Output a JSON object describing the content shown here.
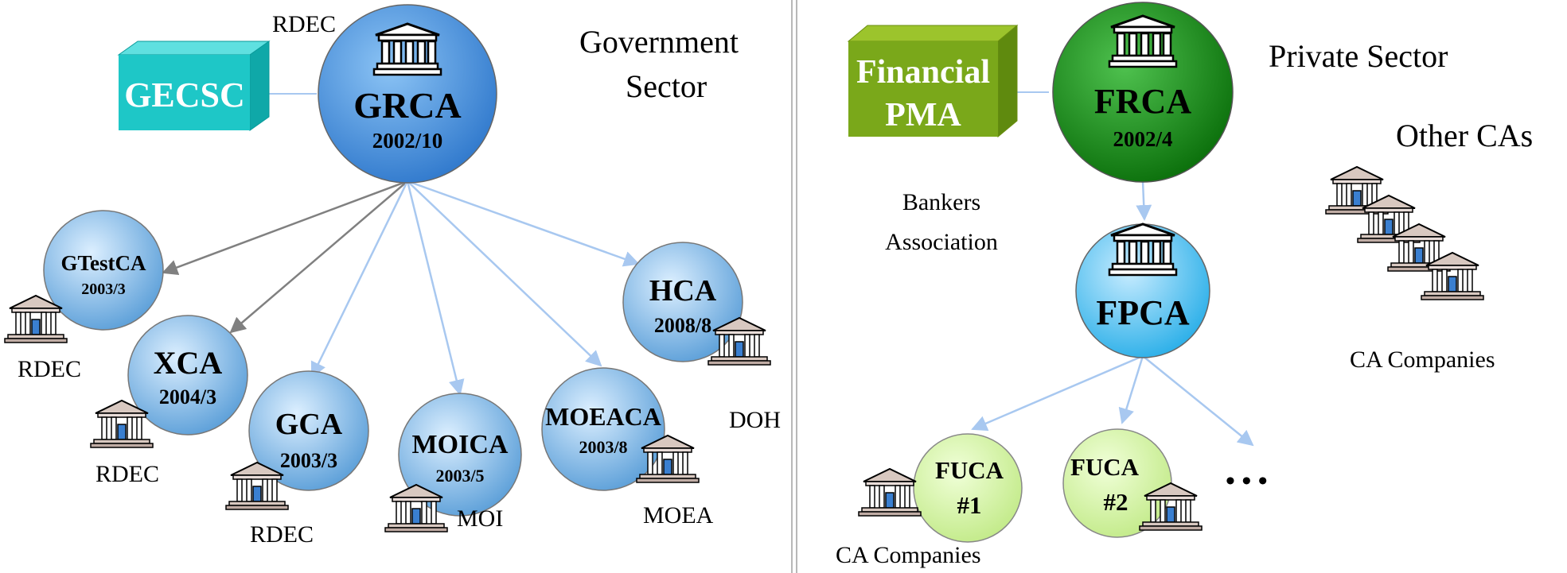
{
  "colors": {
    "blue_node": "#3d87d6",
    "light_blue_node": "#8fc2ea",
    "cyan_node": "#3fb4e6",
    "green_node": "#1a8a1a",
    "light_green_node": "#ccee99",
    "gecsc_box": "#1ec7c7",
    "pma_box": "#7aa81a",
    "arrow_blue": "#a8c8f0",
    "arrow_gray": "#808080"
  },
  "left": {
    "heading": [
      "Government",
      "Sector"
    ],
    "gecsc": "GECSC",
    "grca": {
      "name": "GRCA",
      "date": "2002/10",
      "tag": "RDEC"
    },
    "nodes": [
      {
        "id": "gtestca",
        "name": "GTestCA",
        "date": "2003/3",
        "tag": "RDEC"
      },
      {
        "id": "xca",
        "name": "XCA",
        "date": "2004/3",
        "tag": "RDEC"
      },
      {
        "id": "gca",
        "name": "GCA",
        "date": "2003/3",
        "tag": "RDEC"
      },
      {
        "id": "moica",
        "name": "MOICA",
        "date": "2003/5",
        "tag": "MOI"
      },
      {
        "id": "moeaca",
        "name": "MOEACA",
        "date": "2003/8",
        "tag": "MOEA"
      },
      {
        "id": "hca",
        "name": "HCA",
        "date": "2008/8",
        "tag": "DOH"
      }
    ]
  },
  "right": {
    "heading": "Private Sector",
    "pma": [
      "Financial",
      "PMA"
    ],
    "bankers": [
      "Bankers",
      "Association"
    ],
    "frca": {
      "name": "FRCA",
      "date": "2002/4"
    },
    "fpca": {
      "name": "FPCA"
    },
    "fuca1": [
      "FUCA",
      "#1"
    ],
    "fuca2": [
      "FUCA",
      "#2"
    ],
    "ellipsis": "• • •",
    "fuca_caption": "CA Companies",
    "other_cas": {
      "title": "Other CAs",
      "caption": "CA Companies"
    }
  }
}
